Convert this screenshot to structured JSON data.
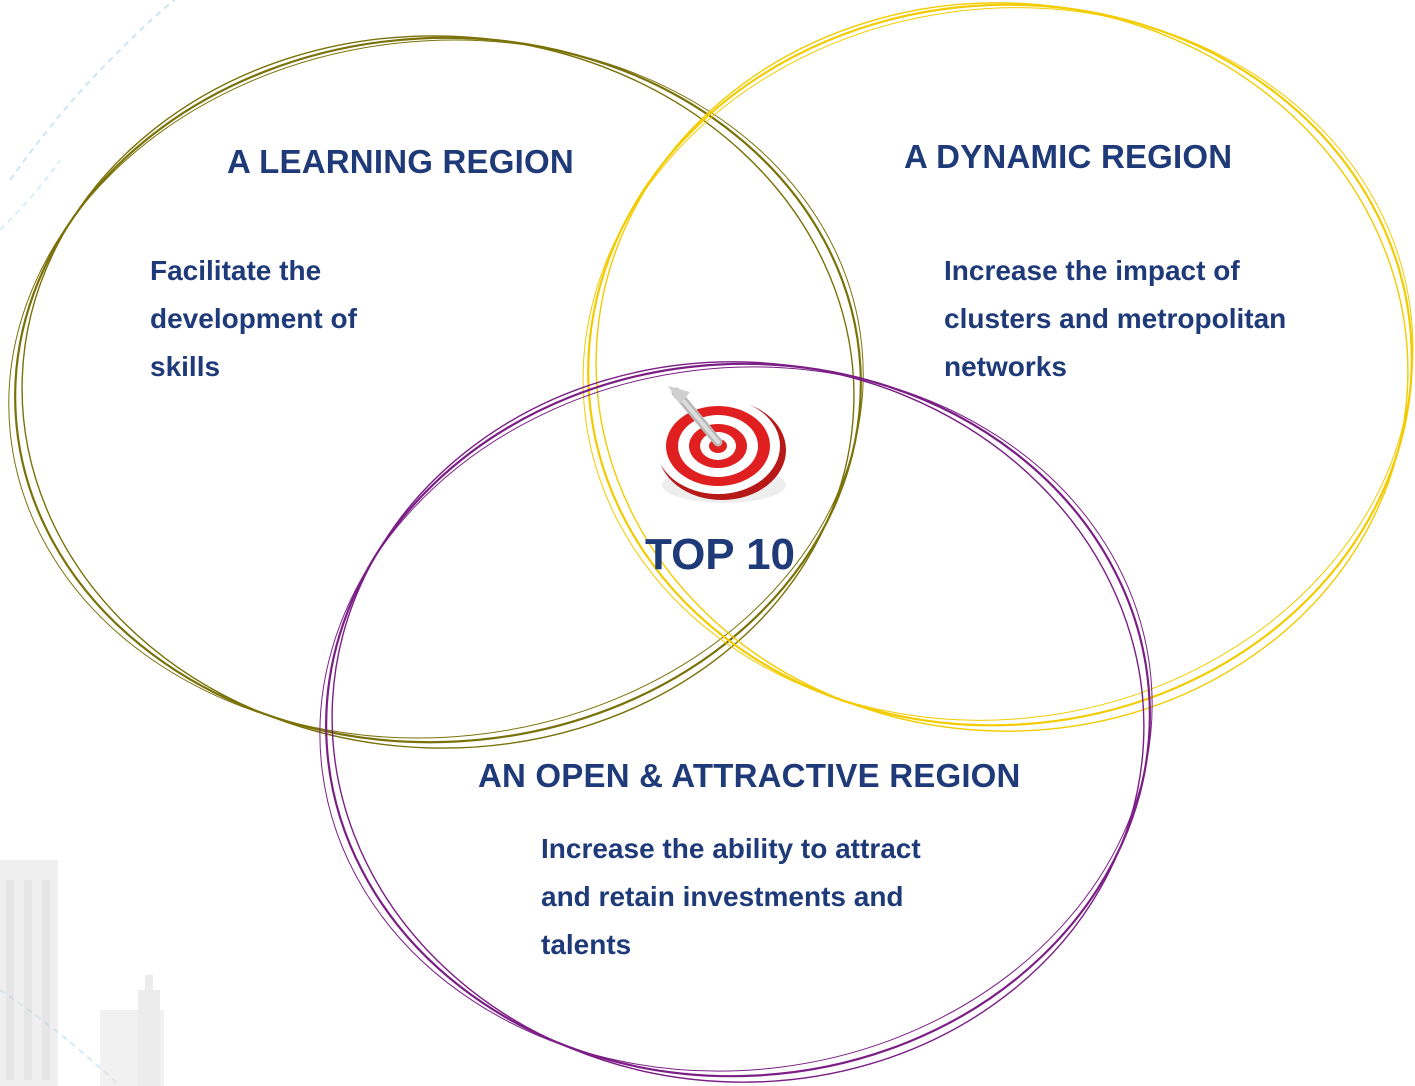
{
  "diagram": {
    "circles": [
      {
        "id": "learning",
        "heading": "A LEARNING REGION",
        "body_lines": [
          "Facilitate the",
          "development of",
          "skills"
        ],
        "color": "#7a7208"
      },
      {
        "id": "dynamic",
        "heading": "A DYNAMIC REGION",
        "body_lines": [
          "Increase the impact of",
          "clusters and metropolitan",
          "networks"
        ],
        "color": "#f2cc00"
      },
      {
        "id": "open",
        "heading": "AN OPEN & ATTRACTIVE REGION",
        "body_lines": [
          "Increase the ability to attract",
          "and retain investments and",
          "talents"
        ],
        "color": "#7b1f86"
      }
    ],
    "center": {
      "label": "TOP 10",
      "icon": "target-icon"
    },
    "colors": {
      "text": "#1f3a78",
      "target_red": "#e02020",
      "background": "#ffffff"
    }
  }
}
